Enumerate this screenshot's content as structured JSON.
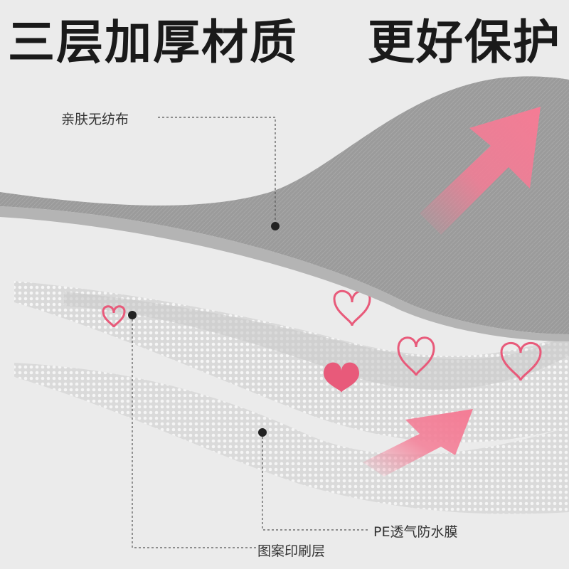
{
  "headline": {
    "left": "三层加厚材质",
    "right": "更好保护"
  },
  "layers": {
    "top_label": "亲肤无纺布",
    "middle_label": "PE透气防水膜",
    "bottom_label": "图案印刷层"
  },
  "colors": {
    "background": "#ebebeb",
    "top_layer": "#9a9a9a",
    "mesh_layer": "#d6d6d6",
    "accent_pink": "#f47c95",
    "heart_pink": "#e85a7a"
  }
}
